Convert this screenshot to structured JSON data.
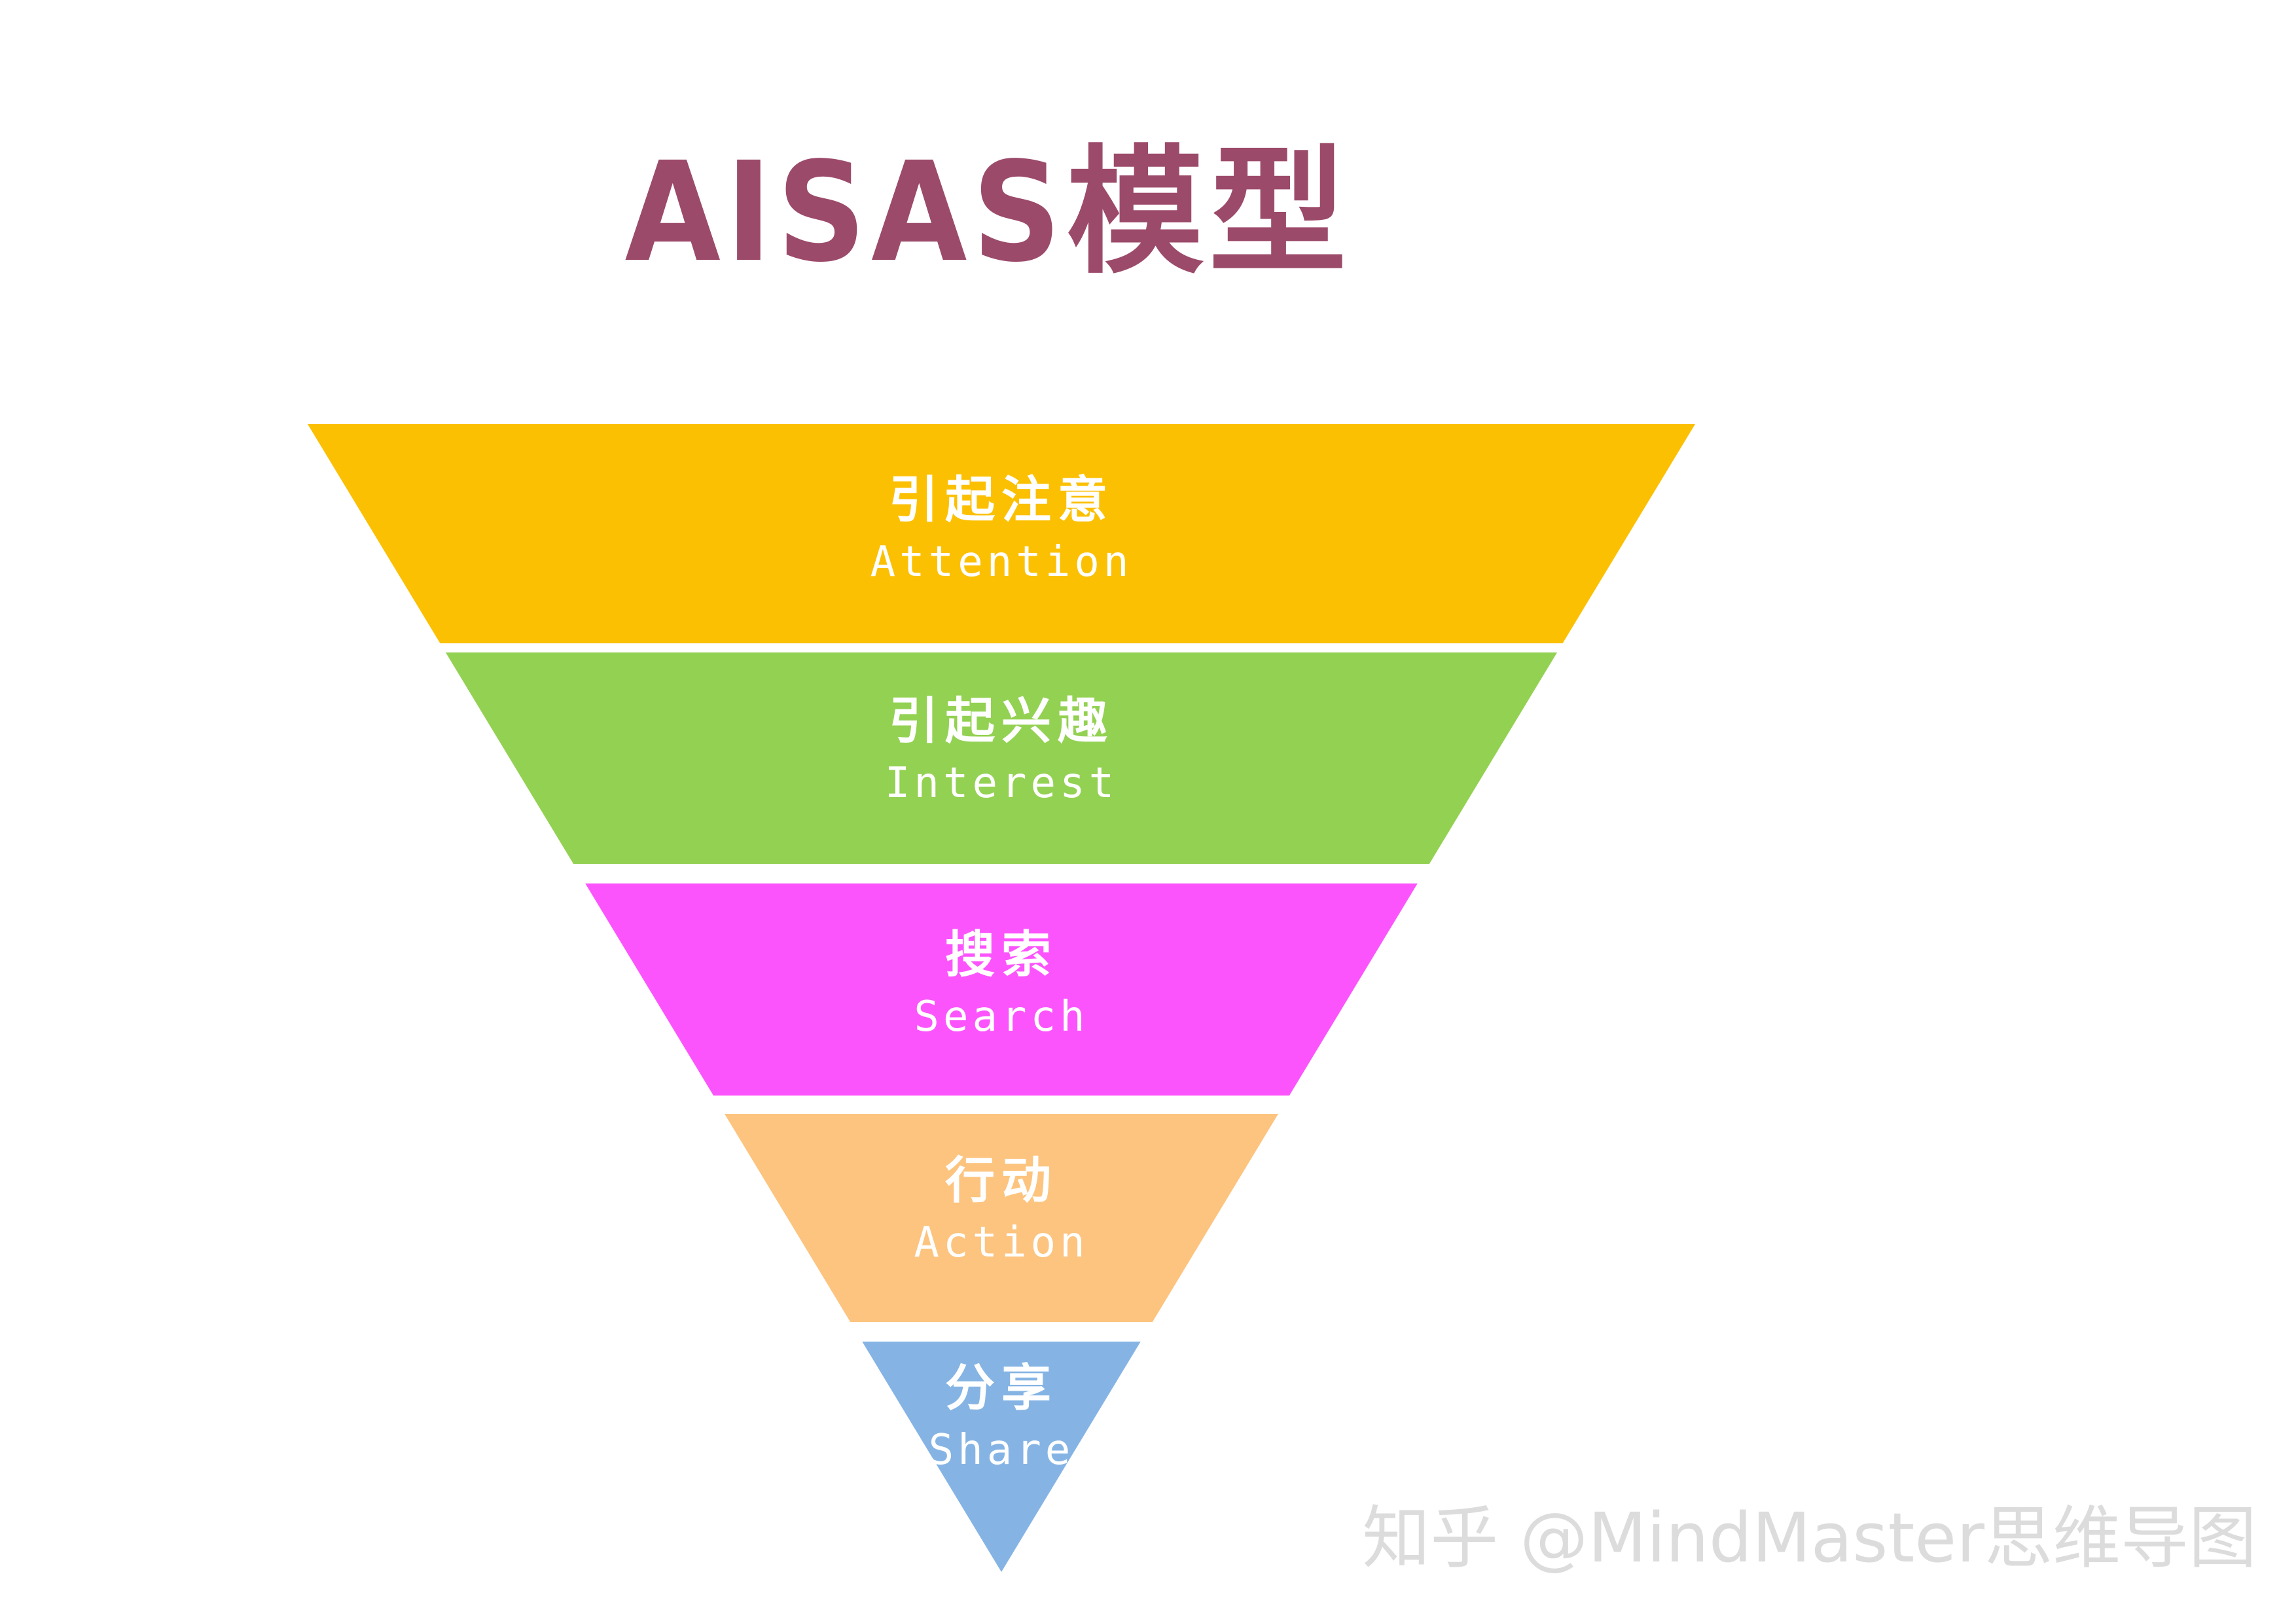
{
  "title": {
    "text": "AISAS模型",
    "color": "#9c4a6a"
  },
  "funnel": {
    "label_color": "#ffffff",
    "stages": [
      {
        "cn": "引起注意",
        "en": "Attention",
        "color": "#fcc003"
      },
      {
        "cn": "引起兴趣",
        "en": "Interest",
        "color": "#93d152"
      },
      {
        "cn": "搜索",
        "en": "Search",
        "color": "#fc54fc"
      },
      {
        "cn": "行动",
        "en": "Action",
        "color": "#fcc47f"
      },
      {
        "cn": "分享",
        "en": "Share",
        "color": "#85b4e4"
      }
    ]
  },
  "watermark": {
    "text": "知乎 @MindMaster思维导图"
  }
}
